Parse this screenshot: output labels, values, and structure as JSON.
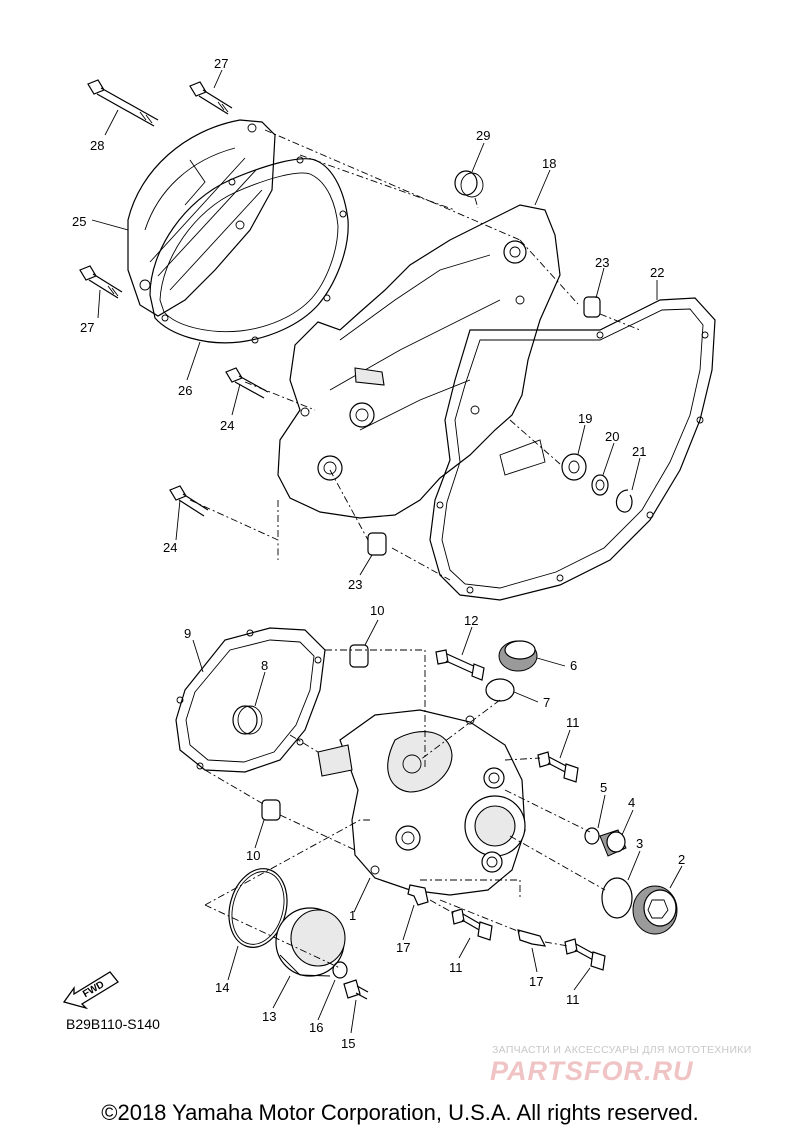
{
  "diagram_code": "B29B110-S140",
  "fwd_label": "FWD",
  "watermark": {
    "tagline": "ЗАПЧАСТИ И АКСЕССУАРЫ ДЛЯ МОТОТЕХНИКИ",
    "logo": "PARTSFOR.RU"
  },
  "copyright": "©2018 Yamaha Motor Corporation, U.S.A. All rights reserved.",
  "part_labels": {
    "p1": "1",
    "p2": "2",
    "p3": "3",
    "p4": "4",
    "p5": "5",
    "p6": "6",
    "p7": "7",
    "p8": "8",
    "p9": "9",
    "p10a": "10",
    "p10b": "10",
    "p11a": "11",
    "p11b": "11",
    "p11c": "11",
    "p12": "12",
    "p13": "13",
    "p14": "14",
    "p15": "15",
    "p16": "16",
    "p17a": "17",
    "p17b": "17",
    "p18": "18",
    "p19": "19",
    "p20": "20",
    "p21": "21",
    "p22": "22",
    "p23a": "23",
    "p23b": "23",
    "p24a": "24",
    "p24b": "24",
    "p25": "25",
    "p26": "26",
    "p27a": "27",
    "p27b": "27",
    "p28": "28",
    "p29": "29"
  }
}
